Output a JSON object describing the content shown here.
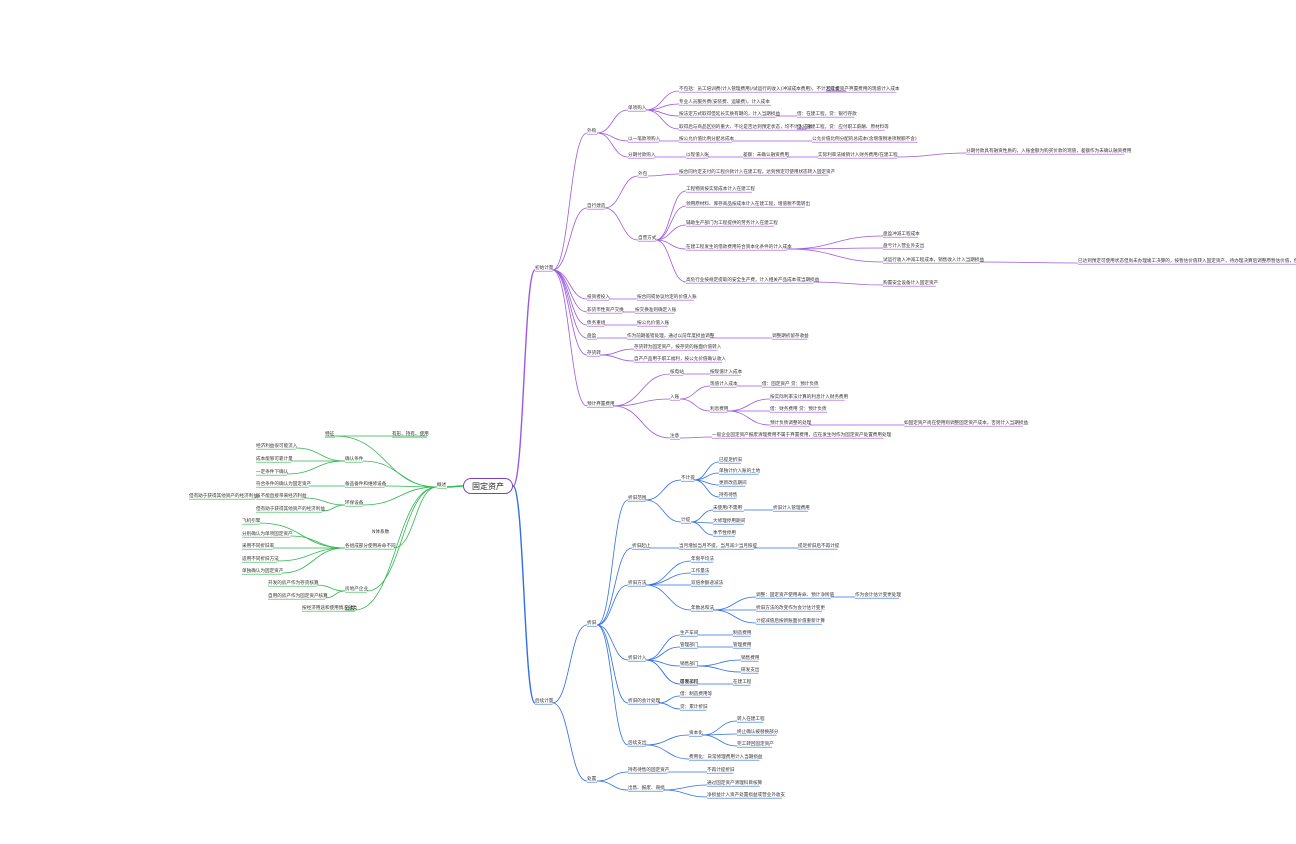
{
  "colors": {
    "top": "#9b59e0",
    "bottom": "#2f6fe6",
    "left": "#2fb84f",
    "root_border": "#7b3fc4"
  },
  "root": "固定资产",
  "left_label": "N体系数",
  "nodes": {
    "top_main": "初始计量",
    "t1": "外购",
    "t1a": "单项购入",
    "t1a1": "不包括：员工培训费(计入管理费用)/试运行的收入(冲减成本费用)，不计入成本",
    "t1a1x": "若计提资产弃置费用的现值计入成本",
    "t1a2": "专业人员服务费(安装费、运输费)，计入成本",
    "t1a3": "按法定方式取得但延长实质有期的，计入当期损益",
    "t1a3x": "借：在建工程，贷：银行存款",
    "t1a4": "取得后与商品区别的重大、不论是否达到预定状态，均不计入成本",
    "t1a4x": "借：在建工程，贷：应付职工薪酬、原材料等",
    "t1b": "以一笔款项购入",
    "t1b1": "按公允价值比例分配总成本",
    "t1b1x": "公允价值比例分配的总成本(含增值税进项税额不含)",
    "t1c": "分期付款购入",
    "t1c1": "以现值入账",
    "t1c2": "差额：未确认融资费用",
    "t1c3": "实际利率法摊销计入财务费用/在建工程",
    "t1c4": "分期付款具有融资性质的，入账金额为购买价款的现值，差额作为未确认融资费用",
    "t2": "自行建造",
    "t2a": "外包",
    "t2a1": "按合同约定支付的工程价款计入在建工程，达到预定可使用状态转入固定资产",
    "t2b": "自营方式",
    "t2b1": "工程物资按实际成本计入在建工程",
    "t2b2": "领用原材料、库存商品按成本计入在建工程，增值税不需转出",
    "t2b3": "辅助生产部门为工程提供的劳务计入在建工程",
    "t2b4": "在建工程发生的借款费用符合资本化条件的计入成本",
    "t2b4a": "盘盈冲减工程成本",
    "t2b4b": "盘亏计入营业外支出",
    "t2b4c": "试运行收入冲减工程成本，销售收入计入当期损益",
    "t2b4cx": "已达到预定可使用状态但尚未办理竣工决算的，按暂估价值转入固定资产，待办理决算后调整原暂估价值，但不调整原已计提的折旧额",
    "t2b5": "高危行业按规定提取的安全生产费，计入相关产品成本或当期损益",
    "t2b5x": "购置安全设备计入固定资产",
    "t3": "投资者投入",
    "t3a": "按合同或协议约定的价值入账",
    "t4": "非货币性资产交换",
    "t4a": "按交换准则确定入账",
    "t5": "债务重组",
    "t5a": "按公允价值入账",
    "t6": "盘盈",
    "t6a": "作为前期差错处理，通过以前年度损益调整",
    "t6ax": "调整期初留存收益",
    "t7": "存货转",
    "t7a": "存货转为固定资产，按存货的账面价值转入",
    "t7b": "自产产品用于职工福利，按公允价值确认收入",
    "t8": "预计弃置费用",
    "t8a": "核电站",
    "t8a1": "按现值计入成本",
    "t8b": "入账",
    "t8b1": "现值计入成本",
    "t8b1x": "借：固定资产 贷：预计负债",
    "t8b2": "利息费用",
    "t8b2a": "按实际利率法计算的利息计入财务费用",
    "t8b2b": "借：财务费用 贷：预计负债",
    "t8b2c": "预计负债调整的处理",
    "t8b2cx": "如固定资产尚在使用则调整固定资产成本，否则计入当期损益",
    "t8c": "注意",
    "t8c1": "一般企业固定资产报废清理费用不属于弃置费用，应在发生时作为固定资产处置费用处理",
    "bottom_main": "后续计量",
    "b1": "折旧",
    "b1a": "折旧范围",
    "b1a1": "不计提",
    "b1a1a": "已提足折旧",
    "b1a1b": "单独计价入账的土地",
    "b1a1c": "更新改造期间",
    "b1a1d": "持有待售",
    "b1a2": "计提",
    "b1a2a": "未使用/不需用",
    "b1a2ax": "折旧计入管理费用",
    "b1a2b": "大修理停用期间",
    "b1a2c": "季节性停用",
    "b1b": "折旧起止",
    "b1b1": "当月增加当月不提，当月减少当月照提",
    "b1b1x": "提足折旧后不再计提",
    "b1c": "折旧方法",
    "b1c1": "年限平均法",
    "b1c2": "工作量法",
    "b1c3": "双倍余额递减法",
    "b1c4": "年数总和法",
    "b1c4a": "调整：固定资产使用寿命、预计净残值",
    "b1c4ax": "作为会计估计变更处理",
    "b1c4b": "折旧方法的改变作为会计估计变更",
    "b1c4c": "计提减值后按新账面价值重新计算",
    "b1d": "折旧计入",
    "b1d1": "生产车间",
    "b1d1x": "制造费用",
    "b1d2": "管理部门",
    "b1d2x": "管理费用",
    "b1d3": "销售部门",
    "b1d3x": "销售费用",
    "b1d4": "研发部门",
    "b1d4x": "研发支出",
    "b1d5": "自营工程",
    "b1d5x": "在建工程",
    "b1e": "折旧的会计处理",
    "b1e1": "借：制造费用等",
    "b1e2": "贷：累计折旧",
    "b1f": "后续支出",
    "b1f1": "资本化",
    "b1f1a": "转入在建工程",
    "b1f1b": "终止确认被替换部分",
    "b1f1c": "完工转回固定资产",
    "b1f2": "费用化：日常修理费用计入当期损益",
    "b2": "处置",
    "b2a": "持有待售的固定资产",
    "b2ax": "不再计提折旧",
    "b2b": "出售、报废、毁损",
    "b2b1": "通过固定资产清理科目核算",
    "b2b2": "净损益计入资产处置损益或营业外收支",
    "l_main": "概述",
    "l1": "特征",
    "l1a": "有形、持有、使用",
    "l2": "确认条件",
    "l2a": "经济利益很可能流入",
    "l2b": "成本能够可靠计量",
    "l2c": "一定条件下确认",
    "l3": "备品备件和维修设备",
    "l3a": "符合条件的确认为固定资产",
    "l4": "环保设备",
    "l4a": "虽不能直接带来经济利益",
    "l4b": "但有助于获得其他资产的经济利益",
    "l5": "各组成部分使用寿命不同",
    "l5a": "飞机引擎",
    "l5b": "分别确认为单项固定资产",
    "l5c": "采用不同折旧率",
    "l5d": "适用不同折旧方法",
    "l5e": "单独确认为固定资产",
    "l6": "房地产企业",
    "l6a": "开发的房产作为存货核算",
    "l6b": "自用的房产作为固定资产核算",
    "l7": "分类",
    "l7a": "按经济用途和使用情况分类"
  }
}
